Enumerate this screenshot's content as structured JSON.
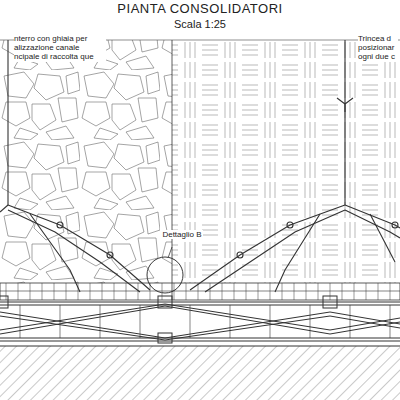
{
  "diagram": {
    "title": "PIANTA CONSOLIDATORI",
    "labels": [
      "Scala 1:25",
      "nterro con ghiaia per alizzazione canale ncipale di raccolta que",
      "Trincea d posizionar ogni due c",
      "Dettaglio B"
    ]
  }
}
